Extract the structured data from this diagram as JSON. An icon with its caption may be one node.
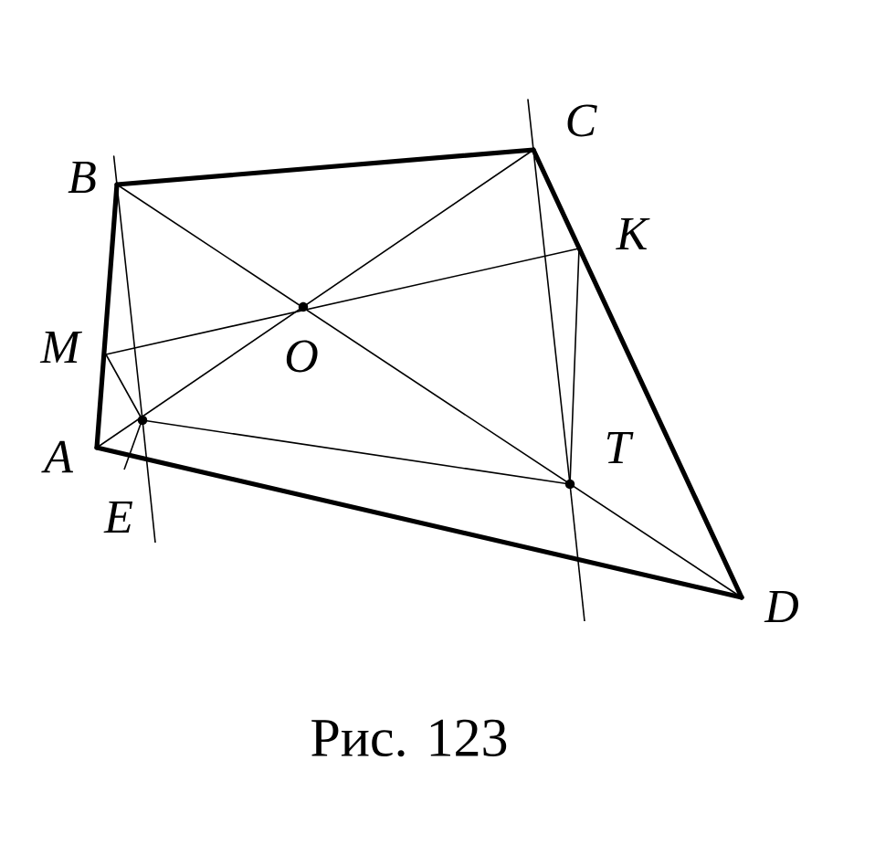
{
  "diagram": {
    "caption": "Рис. 123",
    "nodes": [
      {
        "text": [
          "B"
        ]
      },
      {
        "text": [
          "C"
        ]
      },
      {
        "text": [
          "K"
        ]
      },
      {
        "text": [
          "M"
        ]
      },
      {
        "text": [
          "O"
        ]
      },
      {
        "text": [
          "A"
        ]
      },
      {
        "text": [
          "E"
        ]
      },
      {
        "text": [
          "T"
        ]
      },
      {
        "text": [
          "D"
        ]
      }
    ],
    "edges": [
      {
        "from": 5,
        "to": 0,
        "arrow": "none",
        "style": "thick"
      },
      {
        "from": 0,
        "to": 1,
        "arrow": "none",
        "style": "thick"
      },
      {
        "from": 1,
        "to": 8,
        "arrow": "none",
        "style": "thick"
      },
      {
        "from": 8,
        "to": 5,
        "arrow": "none",
        "style": "thick"
      },
      {
        "from": 0,
        "to": 8,
        "arrow": "none"
      },
      {
        "from": 5,
        "to": 1,
        "arrow": "none"
      },
      {
        "from": 3,
        "to": 2,
        "arrow": "none"
      },
      {
        "from": 3,
        "to": 6,
        "arrow": "none"
      },
      {
        "from": 6,
        "to": 7,
        "arrow": "none"
      },
      {
        "from": 2,
        "to": 7,
        "arrow": "none"
      },
      {
        "from": 0,
        "to": 6,
        "arrow": "none"
      },
      {
        "from": 1,
        "to": 7,
        "arrow": "none"
      }
    ]
  }
}
